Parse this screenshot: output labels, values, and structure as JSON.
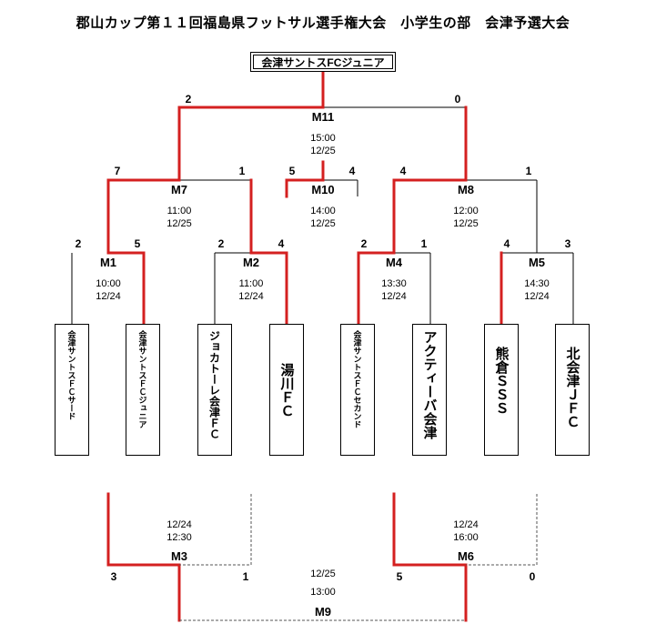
{
  "title": "郡山カップ第１１回福島県フットサル選手権大会　小学生の部　会津予選大会",
  "champion": "会津サントスFCジュニア",
  "teams": [
    "会津サントスＦＣサード",
    "会津サントスＦＣジュニア",
    "ジョカトーレ会津ＦＣ",
    "湯川ＦＣ",
    "会津サントスＦＣセカンド",
    "アクティーバ会津",
    "熊倉ＳＳＳ",
    "北会津ＪＦＣ"
  ],
  "matches": {
    "m1": {
      "label": "M1",
      "time": "10:00",
      "date": "12/24",
      "score_left": "2",
      "score_right": "5"
    },
    "m2": {
      "label": "M2",
      "time": "11:00",
      "date": "12/24",
      "score_left": "2",
      "score_right": "4"
    },
    "m4": {
      "label": "M4",
      "time": "13:30",
      "date": "12/24",
      "score_left": "2",
      "score_right": "1"
    },
    "m5": {
      "label": "M5",
      "time": "14:30",
      "date": "12/24",
      "score_left": "4",
      "score_right": "3"
    },
    "m7": {
      "label": "M7",
      "time": "11:00",
      "date": "12/25",
      "score_left": "7",
      "score_right": "1"
    },
    "m8": {
      "label": "M8",
      "time": "12:00",
      "date": "12/25",
      "score_left": "4",
      "score_right": "1"
    },
    "m10": {
      "label": "M10",
      "time": "14:00",
      "date": "12/25",
      "score_left": "5",
      "score_right": "4"
    },
    "m11": {
      "label": "M11",
      "time": "15:00",
      "date": "12/25",
      "score_left": "2",
      "score_right": "0"
    },
    "m3": {
      "label": "M3",
      "date": "12/24",
      "time": "12:30",
      "score_left": "3",
      "score_right": "1"
    },
    "m6": {
      "label": "M6",
      "date": "12/24",
      "time": "16:00",
      "score_left": "5",
      "score_right": "0"
    },
    "m9": {
      "label": "M9",
      "date": "12/25",
      "time": "13:00"
    }
  },
  "colors": {
    "winner_line": "#d42020",
    "line": "#000000",
    "dashed": "#555555"
  }
}
